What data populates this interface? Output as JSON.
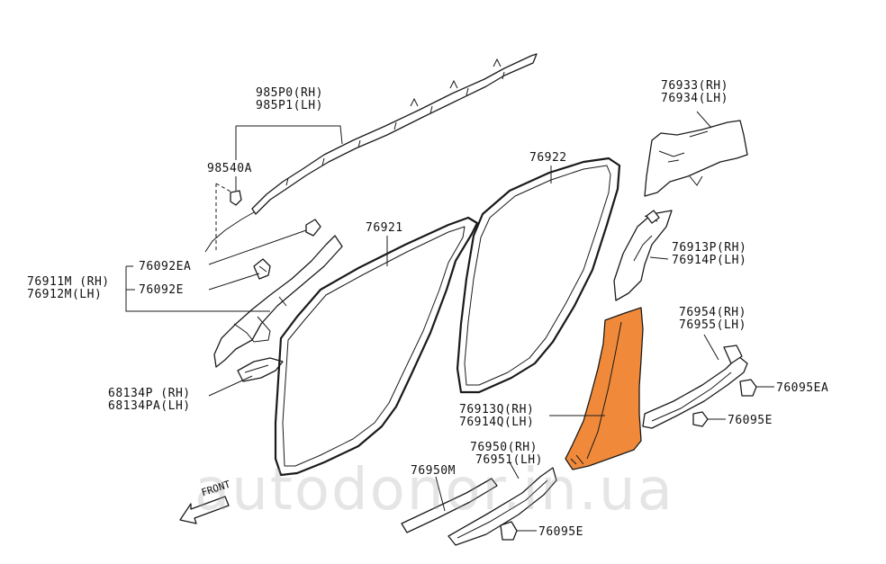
{
  "labels": {
    "airbag_rh": "985P0(RH)",
    "airbag_lh": "985P1(LH)",
    "clip_98540a": "98540A",
    "clip_76092ea": "76092EA",
    "clip_76092e": "76092E",
    "pillar_a_rh": "76911M (RH)",
    "pillar_a_lh": "76912M(LH)",
    "cover_rh": "68134P (RH)",
    "cover_lh": "68134PA(LH)",
    "weatherstrip_front": "76921",
    "weatherstrip_rear": "76922",
    "pillar_c_rh": "76933(RH)",
    "pillar_c_lh": "76934(LH)",
    "pillar_b_upper_rh": "76913P(RH)",
    "pillar_b_upper_lh": "76914P(LH)",
    "sill_rear_rh": "76954(RH)",
    "sill_rear_lh": "76955(LH)",
    "clip_76095ea": "76095EA",
    "clip_76095e_a": "76095E",
    "pillar_b_lower_rh": "76913Q(RH)",
    "pillar_b_lower_lh": "76914Q(LH)",
    "sill_front_rh": "76950(RH)",
    "sill_front_lh": "76951(LH)",
    "sill_76950m": "76950M",
    "clip_76095e_b": "76095E",
    "front": "FRONT"
  },
  "watermark": "autodonor.in.ua",
  "colors": {
    "highlight": "#f08a3a",
    "line": "#1a1a1a",
    "background": "#ffffff"
  }
}
